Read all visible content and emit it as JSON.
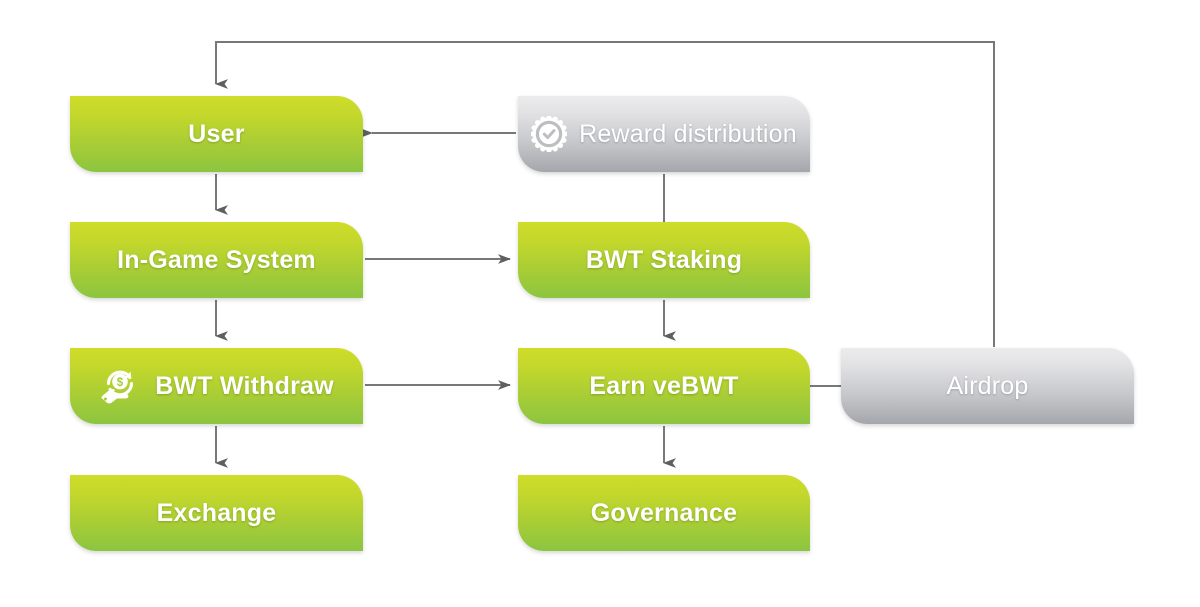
{
  "diagram": {
    "title": "BWT token flow diagram",
    "background": "#ffffff",
    "palette": {
      "green_top": "#cfdc2a",
      "green_bottom": "#8cc540",
      "gray_top": "#ececed",
      "gray_bottom": "#a5a6ab",
      "connector": "#6f7072",
      "label_text": "#ffffff"
    },
    "nodes": [
      {
        "id": "user",
        "label": "User",
        "style": "green",
        "icon": null
      },
      {
        "id": "ingame",
        "label": "In-Game System",
        "style": "green",
        "icon": null
      },
      {
        "id": "withdraw",
        "label": "BWT Withdraw",
        "style": "green",
        "icon": "hand-holding-dollar-icon"
      },
      {
        "id": "exchange",
        "label": "Exchange",
        "style": "green",
        "icon": null
      },
      {
        "id": "reward",
        "label": "Reward distribution",
        "style": "gray",
        "icon": "seal-check-icon"
      },
      {
        "id": "staking",
        "label": "BWT Staking",
        "style": "green",
        "icon": null
      },
      {
        "id": "earn",
        "label": "Earn veBWT",
        "style": "green",
        "icon": null
      },
      {
        "id": "governance",
        "label": "Governance",
        "style": "green",
        "icon": null
      },
      {
        "id": "airdrop",
        "label": "Airdrop",
        "style": "gray",
        "icon": null
      }
    ],
    "edges": [
      {
        "id": "user-to-ingame",
        "from": "user",
        "to": "ingame",
        "kind": "arrow",
        "direction": "down"
      },
      {
        "id": "ingame-to-withdraw",
        "from": "ingame",
        "to": "withdraw",
        "kind": "arrow",
        "direction": "down"
      },
      {
        "id": "withdraw-to-exchange",
        "from": "withdraw",
        "to": "exchange",
        "kind": "arrow",
        "direction": "down"
      },
      {
        "id": "ingame-to-staking",
        "from": "ingame",
        "to": "staking",
        "kind": "arrow",
        "direction": "right"
      },
      {
        "id": "withdraw-to-earn",
        "from": "withdraw",
        "to": "earn",
        "kind": "arrow",
        "direction": "right"
      },
      {
        "id": "reward-to-user",
        "from": "reward",
        "to": "user",
        "kind": "arrow",
        "direction": "left"
      },
      {
        "id": "reward-to-staking",
        "from": "reward",
        "to": "staking",
        "kind": "line",
        "direction": "down"
      },
      {
        "id": "staking-to-earn",
        "from": "staking",
        "to": "earn",
        "kind": "arrow",
        "direction": "down"
      },
      {
        "id": "earn-to-governance",
        "from": "earn",
        "to": "governance",
        "kind": "arrow",
        "direction": "down"
      },
      {
        "id": "earn-to-airdrop",
        "from": "earn",
        "to": "airdrop",
        "kind": "line",
        "direction": "right"
      },
      {
        "id": "airdrop-to-user",
        "from": "airdrop",
        "to": "user",
        "kind": "arrow",
        "direction": "up-left-down"
      }
    ]
  }
}
